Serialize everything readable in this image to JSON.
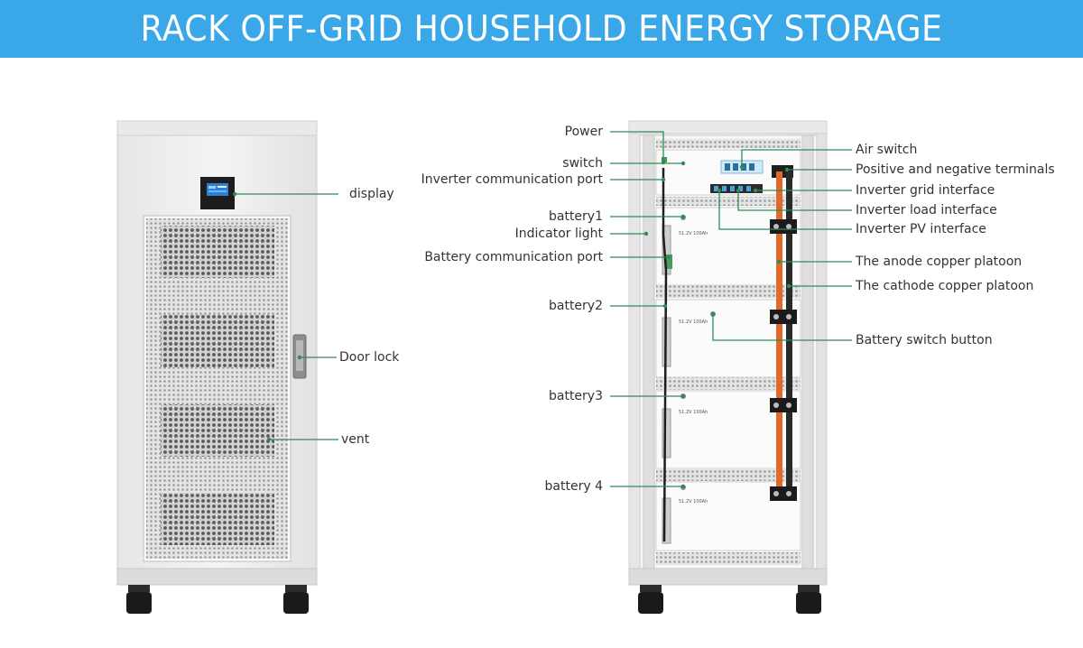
{
  "title": "RACK OFF-GRID HOUSEHOLD ENERGY STORAGE",
  "colors": {
    "banner": "#3aa8e8",
    "leader_line": "#2e8b57",
    "cabinet": "#efefef",
    "copper_anode": "#e06a2a",
    "copper_cathode": "#2a2a2a"
  },
  "front_view": {
    "labels": {
      "display": "display",
      "door_lock": "Door lock",
      "vent": "vent"
    }
  },
  "inside_view": {
    "left_labels": {
      "power": "Power",
      "switch": "switch",
      "inverter_comm_port": "Inverter communication port",
      "battery1": "battery1",
      "indicator_light": "Indicator light",
      "battery_comm_port": "Battery communication port",
      "battery2": "battery2",
      "battery3": "battery3",
      "battery4": "battery 4"
    },
    "right_labels": {
      "air_switch": "Air switch",
      "pos_neg_terminals": "Positive and negative terminals",
      "inverter_grid": "Inverter grid interface",
      "inverter_load": "Inverter load interface",
      "inverter_pv": "Inverter PV interface",
      "anode_platoon": "The anode copper platoon",
      "cathode_platoon": "The cathode copper platoon",
      "battery_switch_button": "Battery switch button"
    },
    "module_label": "51.2V 100Ah"
  }
}
